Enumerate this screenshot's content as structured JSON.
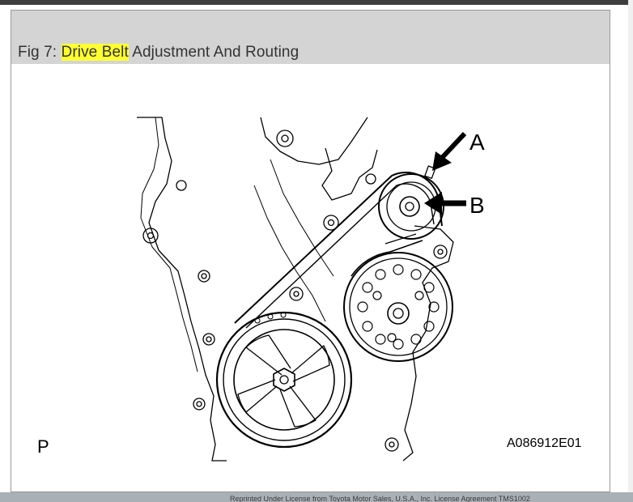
{
  "title": {
    "prefix": "Fig 7: ",
    "highlight": "Drive Belt",
    "rest": " Adjustment And Routing"
  },
  "diagram": {
    "callout_a": "A",
    "callout_b": "B",
    "corner_label": "P",
    "reference_code": "A086912E01"
  },
  "footer": {
    "copyright": "Reprinted Under License from Toyota Motor Sales, U.S.A., Inc. License Agreement TMS1002"
  },
  "colors": {
    "highlight": "#ffff33",
    "title_bar": "#d4d4d4"
  }
}
